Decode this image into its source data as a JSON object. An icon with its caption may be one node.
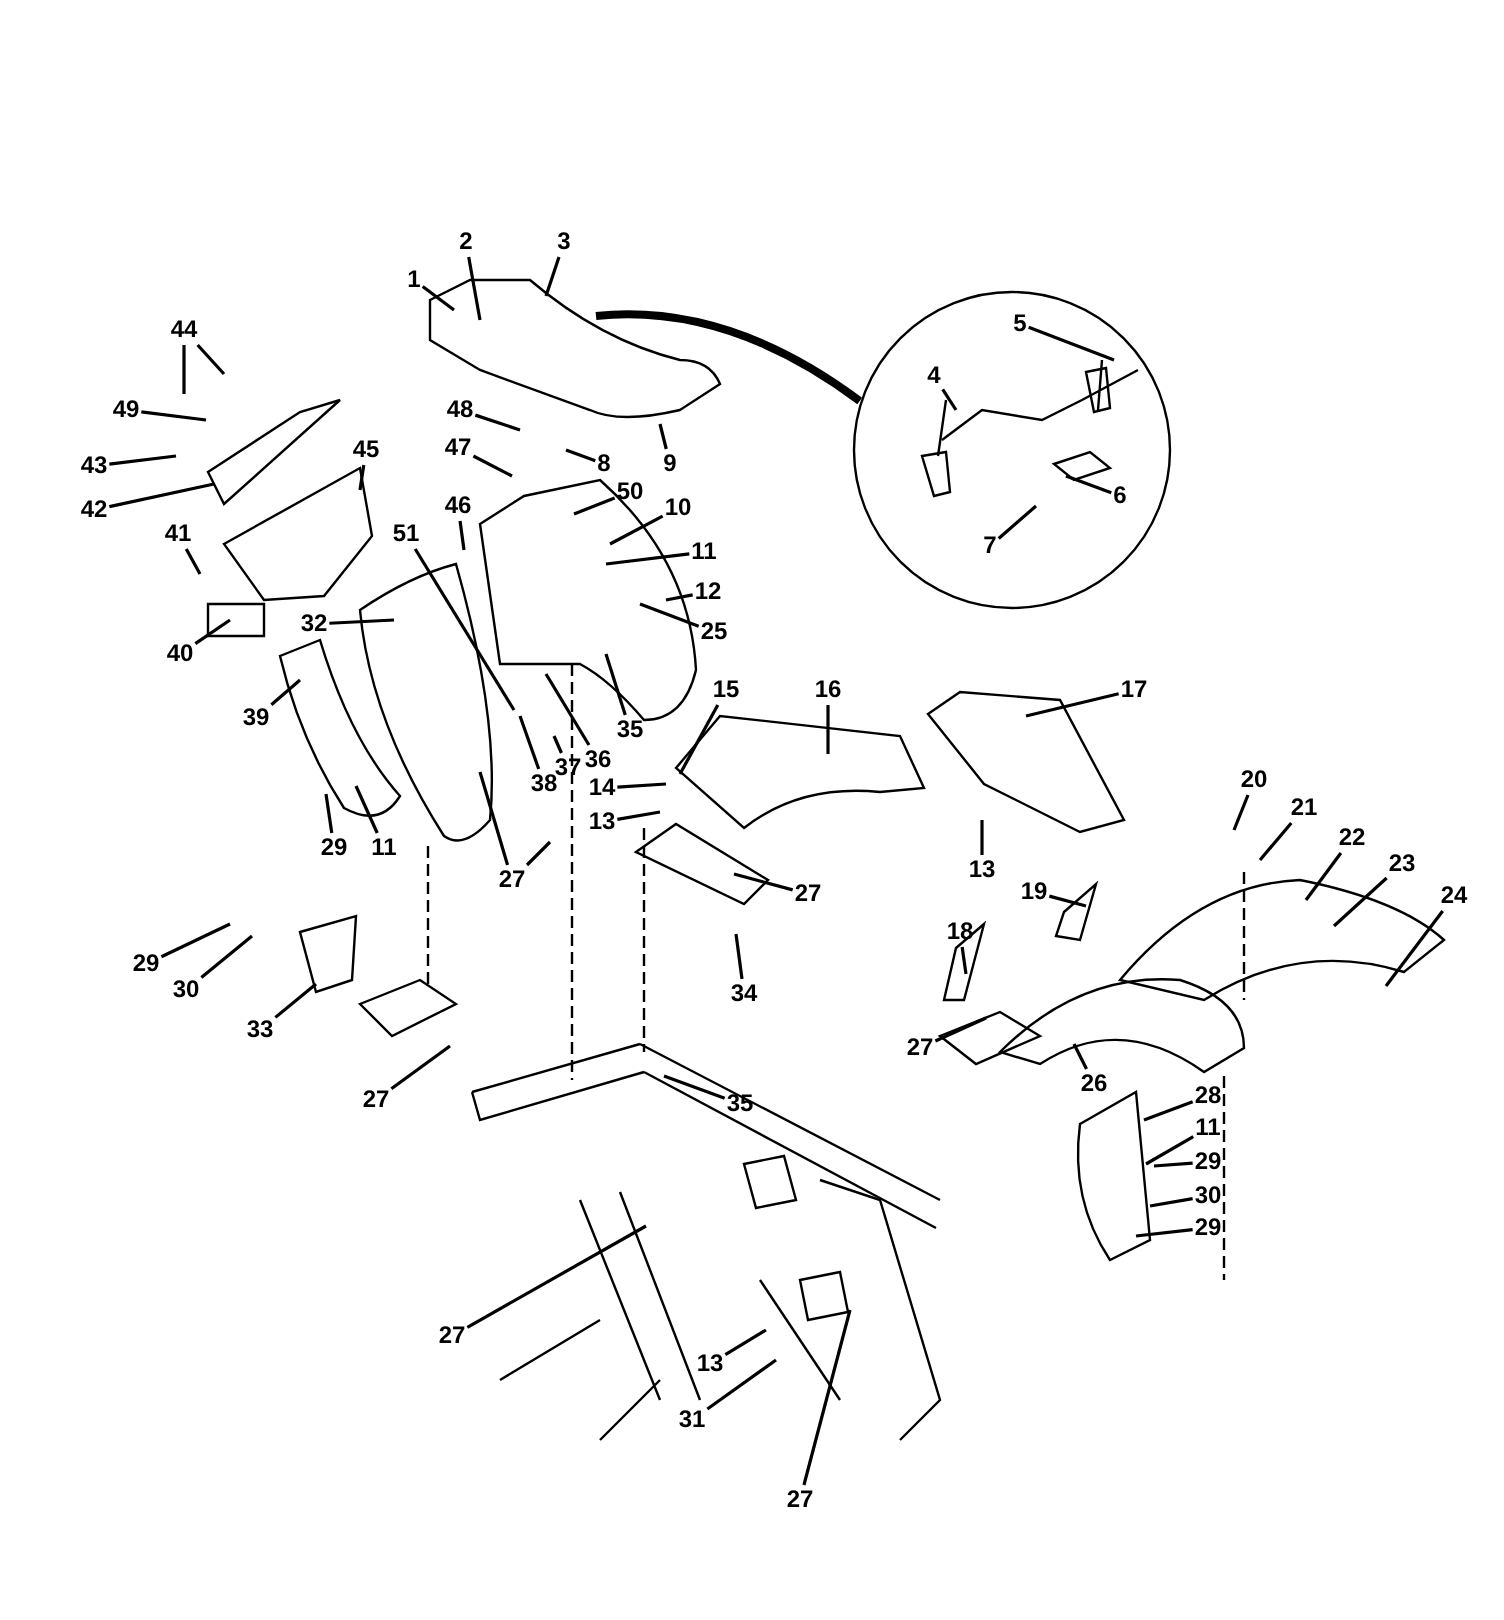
{
  "diagram": {
    "nodes": [
      {
        "text": [],
        "shape": "circle"
      },
      {
        "text": [
          "5"
        ],
        "in": 0
      },
      {
        "text": [
          "4"
        ],
        "in": 0
      },
      {
        "text": [
          "6"
        ],
        "in": 0
      },
      {
        "text": [
          "7"
        ],
        "in": 0
      },
      {
        "text": [
          "1"
        ]
      },
      {
        "text": [
          "2"
        ]
      },
      {
        "text": [
          "3"
        ]
      },
      {
        "text": [
          "44"
        ]
      },
      {
        "text": [
          "49"
        ]
      },
      {
        "text": [
          "48"
        ]
      },
      {
        "text": [
          "43"
        ]
      },
      {
        "text": [
          "45"
        ]
      },
      {
        "text": [
          "47"
        ]
      },
      {
        "text": [
          "8"
        ]
      },
      {
        "text": [
          "9"
        ]
      },
      {
        "text": [
          "50"
        ]
      },
      {
        "text": [
          "42"
        ]
      },
      {
        "text": [
          "10"
        ]
      },
      {
        "text": [
          "46"
        ]
      },
      {
        "text": [
          "41"
        ]
      },
      {
        "text": [
          "51"
        ]
      },
      {
        "text": [
          "11"
        ]
      },
      {
        "text": [
          "12"
        ]
      },
      {
        "text": [
          "32"
        ]
      },
      {
        "text": [
          "25"
        ]
      },
      {
        "text": [
          "40"
        ]
      },
      {
        "text": [
          "15"
        ]
      },
      {
        "text": [
          "16"
        ]
      },
      {
        "text": [
          "17"
        ]
      },
      {
        "text": [
          "39"
        ]
      },
      {
        "text": [
          "35"
        ]
      },
      {
        "text": [
          "37"
        ]
      },
      {
        "text": [
          "36"
        ]
      },
      {
        "text": [
          "20"
        ]
      },
      {
        "text": [
          "14"
        ]
      },
      {
        "text": [
          "38"
        ]
      },
      {
        "text": [
          "21"
        ]
      },
      {
        "text": [
          "27"
        ]
      },
      {
        "text": [
          "13"
        ]
      },
      {
        "text": [
          "22"
        ]
      },
      {
        "text": [
          "29"
        ]
      },
      {
        "text": [
          "11"
        ]
      },
      {
        "text": [
          "23"
        ]
      },
      {
        "text": [
          "13"
        ]
      },
      {
        "text": [
          "19"
        ]
      },
      {
        "text": [
          "27"
        ]
      },
      {
        "text": [
          "24"
        ]
      },
      {
        "text": [
          "18"
        ]
      },
      {
        "text": [
          "29"
        ]
      },
      {
        "text": [
          "34"
        ]
      },
      {
        "text": [
          "30"
        ]
      },
      {
        "text": [
          "33"
        ]
      },
      {
        "text": [
          "27"
        ]
      },
      {
        "text": [
          "26"
        ]
      },
      {
        "text": [
          "28"
        ]
      },
      {
        "text": [
          "27"
        ]
      },
      {
        "text": [
          "35"
        ]
      },
      {
        "text": [
          "11"
        ]
      },
      {
        "text": [
          "29"
        ]
      },
      {
        "text": [
          "30"
        ]
      },
      {
        "text": [
          "29"
        ]
      },
      {
        "text": [
          "27"
        ]
      },
      {
        "text": [
          "13"
        ]
      },
      {
        "text": [
          "31"
        ]
      },
      {
        "text": [
          "27"
        ]
      }
    ],
    "edges": [
      {
        "from": null,
        "to": 0,
        "arrow": "none",
        "style": "thick"
      },
      {
        "from": 1,
        "to": null,
        "arrow": "none"
      },
      {
        "from": 2,
        "to": null,
        "arrow": "none"
      },
      {
        "from": 3,
        "to": null,
        "arrow": "none"
      },
      {
        "from": 4,
        "to": null,
        "arrow": "none"
      },
      {
        "from": 5,
        "to": null,
        "arrow": "none"
      },
      {
        "from": 6,
        "to": null,
        "arrow": "none"
      },
      {
        "from": 7,
        "to": null,
        "arrow": "none"
      },
      {
        "from": 8,
        "to": null,
        "arrow": "none"
      },
      {
        "from": 8,
        "to": null,
        "arrow": "none"
      },
      {
        "from": 9,
        "to": null,
        "arrow": "none"
      },
      {
        "from": 10,
        "to": null,
        "arrow": "none"
      },
      {
        "from": 11,
        "to": null,
        "arrow": "none"
      },
      {
        "from": 12,
        "to": null,
        "arrow": "none"
      },
      {
        "from": 13,
        "to": null,
        "arrow": "none"
      },
      {
        "from": 14,
        "to": null,
        "arrow": "none"
      },
      {
        "from": 15,
        "to": null,
        "arrow": "none"
      },
      {
        "from": 16,
        "to": null,
        "arrow": "none"
      },
      {
        "from": 17,
        "to": null,
        "arrow": "none"
      },
      {
        "from": 18,
        "to": null,
        "arrow": "none"
      },
      {
        "from": 19,
        "to": null,
        "arrow": "none"
      },
      {
        "from": 20,
        "to": null,
        "arrow": "none"
      },
      {
        "from": 21,
        "to": null,
        "arrow": "none"
      },
      {
        "from": 22,
        "to": null,
        "arrow": "none"
      },
      {
        "from": 23,
        "to": null,
        "arrow": "none"
      },
      {
        "from": 24,
        "to": null,
        "arrow": "none"
      },
      {
        "from": 25,
        "to": null,
        "arrow": "none"
      },
      {
        "from": 26,
        "to": null,
        "arrow": "none"
      },
      {
        "from": 27,
        "to": null,
        "arrow": "none"
      },
      {
        "from": 28,
        "to": null,
        "arrow": "none"
      },
      {
        "from": 29,
        "to": null,
        "arrow": "none"
      },
      {
        "from": 30,
        "to": null,
        "arrow": "none"
      },
      {
        "from": 31,
        "to": null,
        "arrow": "none"
      },
      {
        "from": 32,
        "to": null,
        "arrow": "none"
      },
      {
        "from": 33,
        "to": null,
        "arrow": "none"
      },
      {
        "from": 34,
        "to": null,
        "arrow": "none"
      },
      {
        "from": 35,
        "to": null,
        "arrow": "none"
      },
      {
        "from": 36,
        "to": null,
        "arrow": "none"
      },
      {
        "from": 37,
        "to": null,
        "arrow": "none"
      },
      {
        "from": 38,
        "to": null,
        "arrow": "none"
      },
      {
        "from": 38,
        "to": null,
        "arrow": "none"
      },
      {
        "from": 39,
        "to": null,
        "arrow": "none"
      },
      {
        "from": 40,
        "to": null,
        "arrow": "none"
      },
      {
        "from": 41,
        "to": null,
        "arrow": "none"
      },
      {
        "from": 42,
        "to": null,
        "arrow": "none"
      },
      {
        "from": 43,
        "to": null,
        "arrow": "none"
      },
      {
        "from": 44,
        "to": null,
        "arrow": "none"
      },
      {
        "from": 45,
        "to": null,
        "arrow": "none"
      },
      {
        "from": 46,
        "to": null,
        "arrow": "none"
      },
      {
        "from": 47,
        "to": null,
        "arrow": "none"
      },
      {
        "from": 48,
        "to": null,
        "arrow": "none"
      },
      {
        "from": 49,
        "to": null,
        "arrow": "none"
      },
      {
        "from": 50,
        "to": null,
        "arrow": "none"
      },
      {
        "from": 51,
        "to": null,
        "arrow": "none"
      },
      {
        "from": 52,
        "to": null,
        "arrow": "none"
      },
      {
        "from": 53,
        "to": null,
        "arrow": "none"
      },
      {
        "from": 54,
        "to": null,
        "arrow": "none"
      },
      {
        "from": 55,
        "to": null,
        "arrow": "none"
      },
      {
        "from": 56,
        "to": null,
        "arrow": "none"
      },
      {
        "from": 57,
        "to": null,
        "arrow": "none"
      },
      {
        "from": 58,
        "to": null,
        "arrow": "none"
      },
      {
        "from": 59,
        "to": null,
        "arrow": "none"
      },
      {
        "from": 60,
        "to": null,
        "arrow": "none"
      },
      {
        "from": 61,
        "to": null,
        "arrow": "none"
      },
      {
        "from": 62,
        "to": null,
        "arrow": "none"
      },
      {
        "from": 63,
        "to": null,
        "arrow": "none"
      },
      {
        "from": 64,
        "to": null,
        "arrow": "none"
      },
      {
        "from": 65,
        "to": null,
        "arrow": "none"
      }
    ]
  }
}
